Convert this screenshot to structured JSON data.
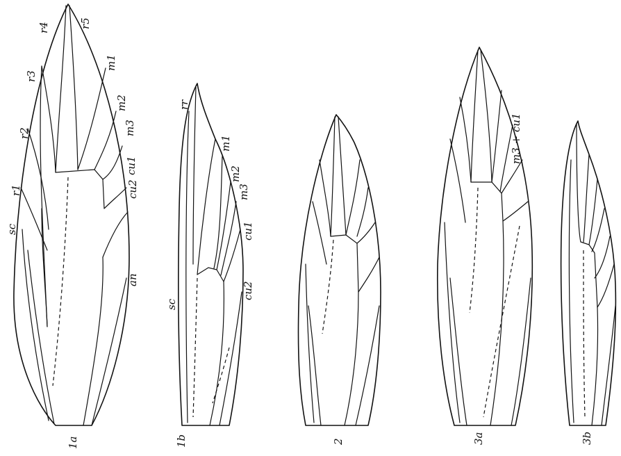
{
  "wings": [
    {
      "id": "1a",
      "caption": "1a",
      "vein_labels": [
        "r4",
        "r5",
        "r3",
        "m1",
        "m2",
        "r2",
        "m3",
        "cu1",
        "cu2",
        "r1",
        "sc",
        "an"
      ]
    },
    {
      "id": "1b",
      "caption": "1b",
      "vein_labels": [
        "rr",
        "m1",
        "m2",
        "m3",
        "cu1",
        "sc",
        "cu2"
      ]
    },
    {
      "id": "2",
      "caption": "2",
      "vein_labels": []
    },
    {
      "id": "3a",
      "caption": "3a",
      "vein_labels": [
        "m3 + cu1"
      ]
    },
    {
      "id": "3b",
      "caption": "3b",
      "vein_labels": []
    }
  ]
}
